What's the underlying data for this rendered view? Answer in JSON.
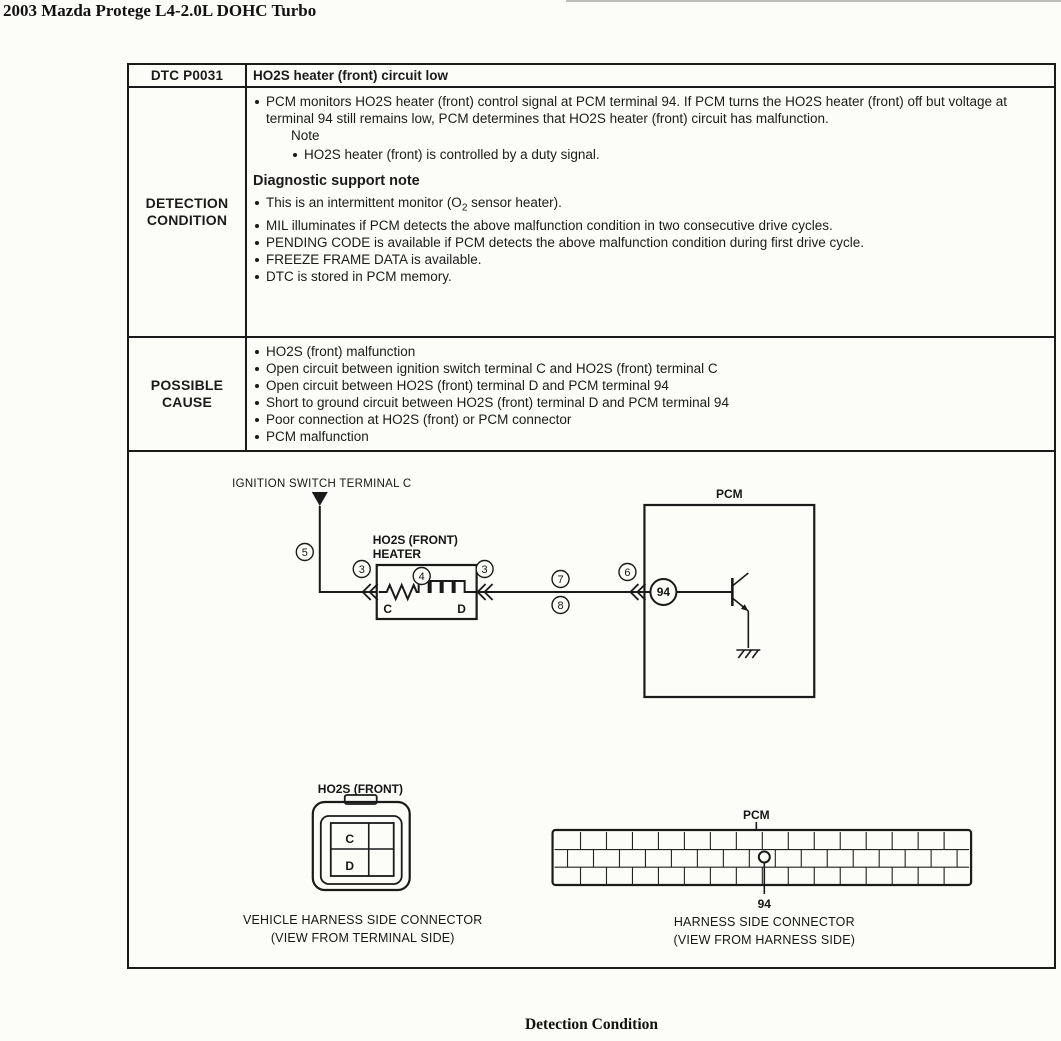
{
  "page": {
    "title": "2003 Mazda Protege L4-2.0L DOHC Turbo",
    "caption": "Detection Condition"
  },
  "table": {
    "header": {
      "code": "DTC P0031",
      "title": "HO2S heater (front) circuit low"
    },
    "detection": {
      "label": "DETECTION CONDITION",
      "intro_bullet": "PCM monitors HO2S heater (front) control signal at PCM terminal 94. If PCM turns the HO2S heater (front) off but voltage at terminal 94 still remains low, PCM determines that HO2S heater (front) circuit has malfunction.",
      "note_label": "Note",
      "note_bullet": "HO2S heater (front) is controlled by a duty signal.",
      "support_heading": "Diagnostic support note",
      "support_o2_pre": "This is an intermittent monitor (O",
      "support_o2_sub": "2",
      "support_o2_post": " sensor heater).",
      "support_items": [
        "MIL illuminates if PCM detects the above malfunction condition in two consecutive drive cycles.",
        "PENDING CODE is available if PCM detects the above malfunction condition during first drive cycle.",
        "FREEZE FRAME DATA is available.",
        "DTC is stored in PCM memory."
      ]
    },
    "possible_cause": {
      "label": "POSSIBLE CAUSE",
      "items": [
        "HO2S (front) malfunction",
        "Open circuit between ignition switch terminal C and HO2S (front) terminal C",
        "Open circuit between HO2S (front) terminal D and PCM terminal 94",
        "Short to ground circuit between HO2S (front) terminal D and PCM terminal 94",
        "Poor connection at HO2S (front) or PCM connector",
        "PCM malfunction"
      ]
    }
  },
  "diagram": {
    "ignition_label": "IGNITION SWITCH TERMINAL C",
    "heater_label_1": "HO2S (FRONT)",
    "heater_label_2": "HEATER",
    "heater_terminal_c": "C",
    "heater_terminal_d": "D",
    "pcm_label": "PCM",
    "pcm_terminal": "94",
    "circled": {
      "n5": "5",
      "n3a": "3",
      "n4": "4",
      "n3b": "3",
      "n7": "7",
      "n8": "8",
      "n6": "6"
    },
    "connector_left": {
      "title": "HO2S (FRONT)",
      "terminal_c": "C",
      "terminal_d": "D",
      "caption_1": "VEHICLE HARNESS SIDE CONNECTOR",
      "caption_2": "(VIEW FROM TERMINAL SIDE)"
    },
    "connector_right": {
      "title": "PCM",
      "terminal": "94",
      "caption_1": "HARNESS SIDE CONNECTOR",
      "caption_2": "(VIEW FROM HARNESS SIDE)"
    }
  }
}
